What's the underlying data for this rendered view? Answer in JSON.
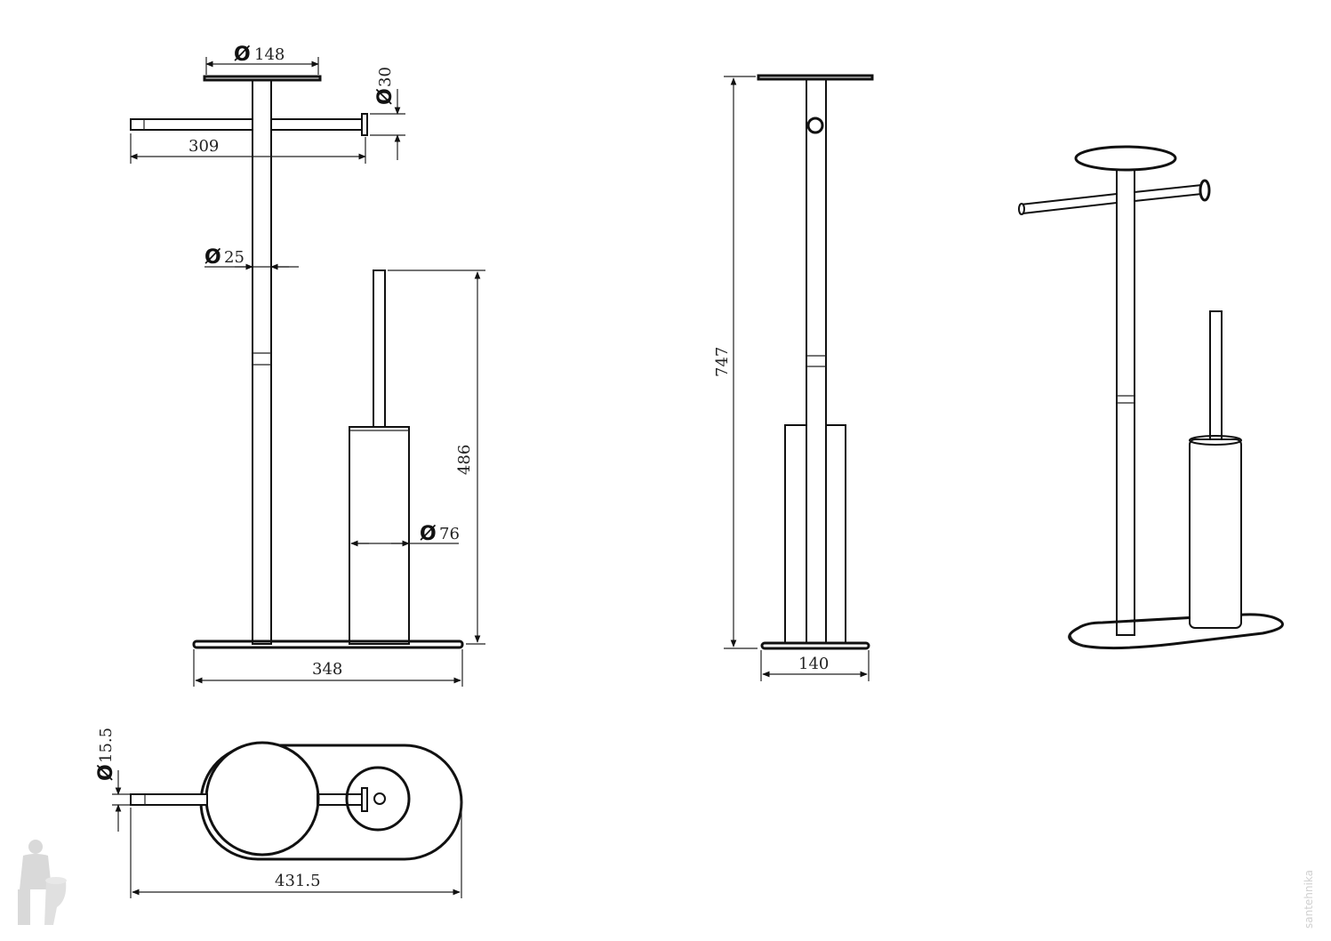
{
  "dimensions": {
    "shelf_diameter": {
      "symbol": "Ø",
      "value": "148"
    },
    "arm_diameter": {
      "symbol": "Ø",
      "value": "30"
    },
    "arm_span": "309",
    "pole_diameter": {
      "symbol": "Ø",
      "value": "25"
    },
    "brush_holder_height": "486",
    "brush_cup_diameter": {
      "symbol": "Ø",
      "value": "76"
    },
    "base_width": "348",
    "total_height": "747",
    "base_depth": "140",
    "end_cap_diameter": {
      "symbol": "Ø",
      "value": "15.5"
    },
    "top_view_length": "431.5"
  },
  "watermark": "santehnika",
  "colors": {
    "line": "#111111",
    "background": "#ffffff"
  }
}
